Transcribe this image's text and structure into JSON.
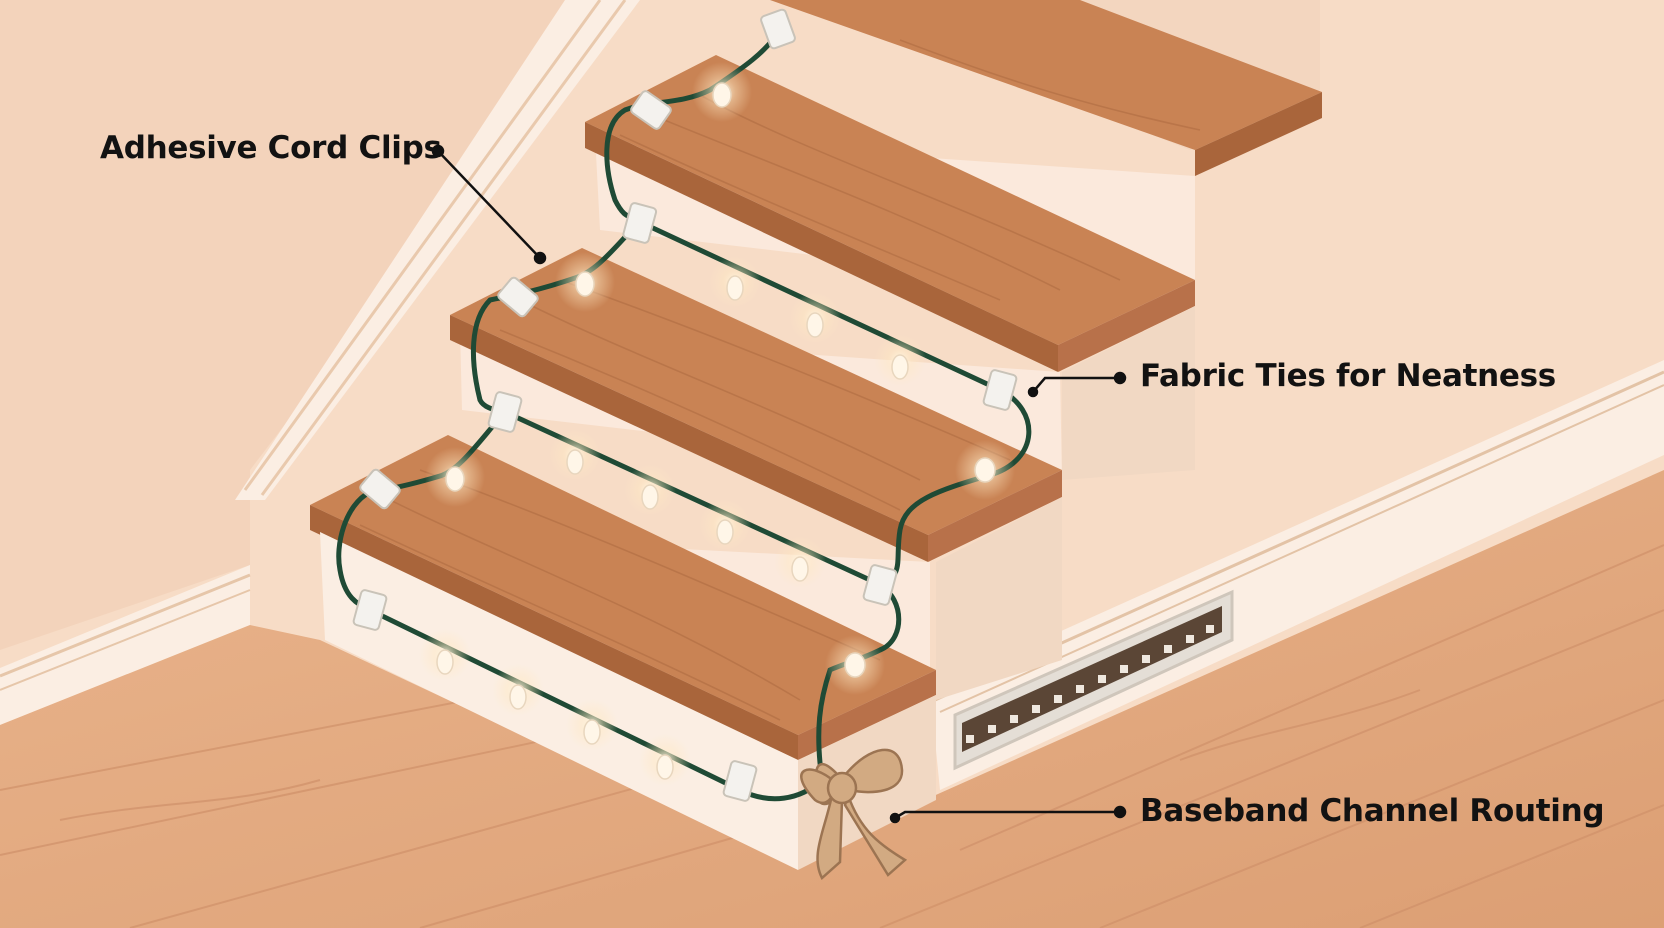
{
  "callouts": {
    "clips": "Adhesive Cord Clips",
    "ties": "Fabric Ties for Neatness",
    "channel": "Baseband Channel Routing"
  },
  "colors": {
    "wall": "#f7dcc6",
    "tread": "#c98354",
    "tread_edge": "#a9653b",
    "riser": "#fbe9dc",
    "floor": "#e6ae85",
    "cord": "#1f4a35",
    "bulb": "#fff6e8",
    "clip": "#f4f2ee",
    "bow": "#d2aa82"
  },
  "icons": [
    "adhesive-clip-icon",
    "light-bulb-icon",
    "fabric-bow-icon",
    "floor-vent-icon"
  ]
}
